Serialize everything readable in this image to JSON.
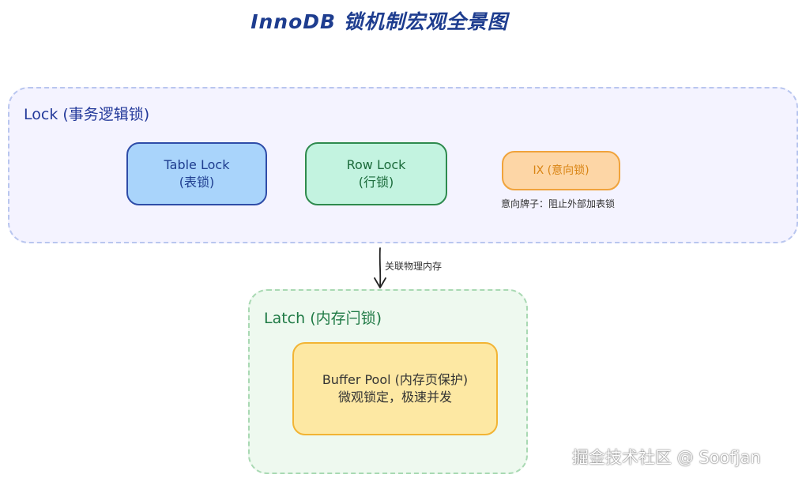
{
  "title": "InnoDB 锁机制宏观全景图",
  "lock_group": {
    "label": "Lock (事务逻辑锁)",
    "nodes": {
      "table_lock": {
        "line1": "Table Lock",
        "line2": "(表锁)"
      },
      "row_lock": {
        "line1": "Row Lock",
        "line2": "(行锁)"
      },
      "ix": {
        "label": "IX (意向锁)",
        "note": "意向牌子：阻止外部加表锁"
      }
    }
  },
  "edge": {
    "label": "关联物理内存"
  },
  "latch_group": {
    "label": "Latch (内存闩锁)",
    "nodes": {
      "buffer_pool": {
        "line1": "Buffer Pool (内存页保护)",
        "line2": "微观锁定，极速并发"
      }
    }
  },
  "watermark": "掘金技术社区 @ Soofjan",
  "colors": {
    "title": "#1e3d8f",
    "lock_group_bg": "#f4f3ff",
    "latch_group_bg": "#eef9ef",
    "table_lock_fill": "#a9d4fb",
    "row_lock_fill": "#c3f3e0",
    "ix_fill": "#fdd6a6",
    "buffer_pool_fill": "#fde8a3"
  }
}
